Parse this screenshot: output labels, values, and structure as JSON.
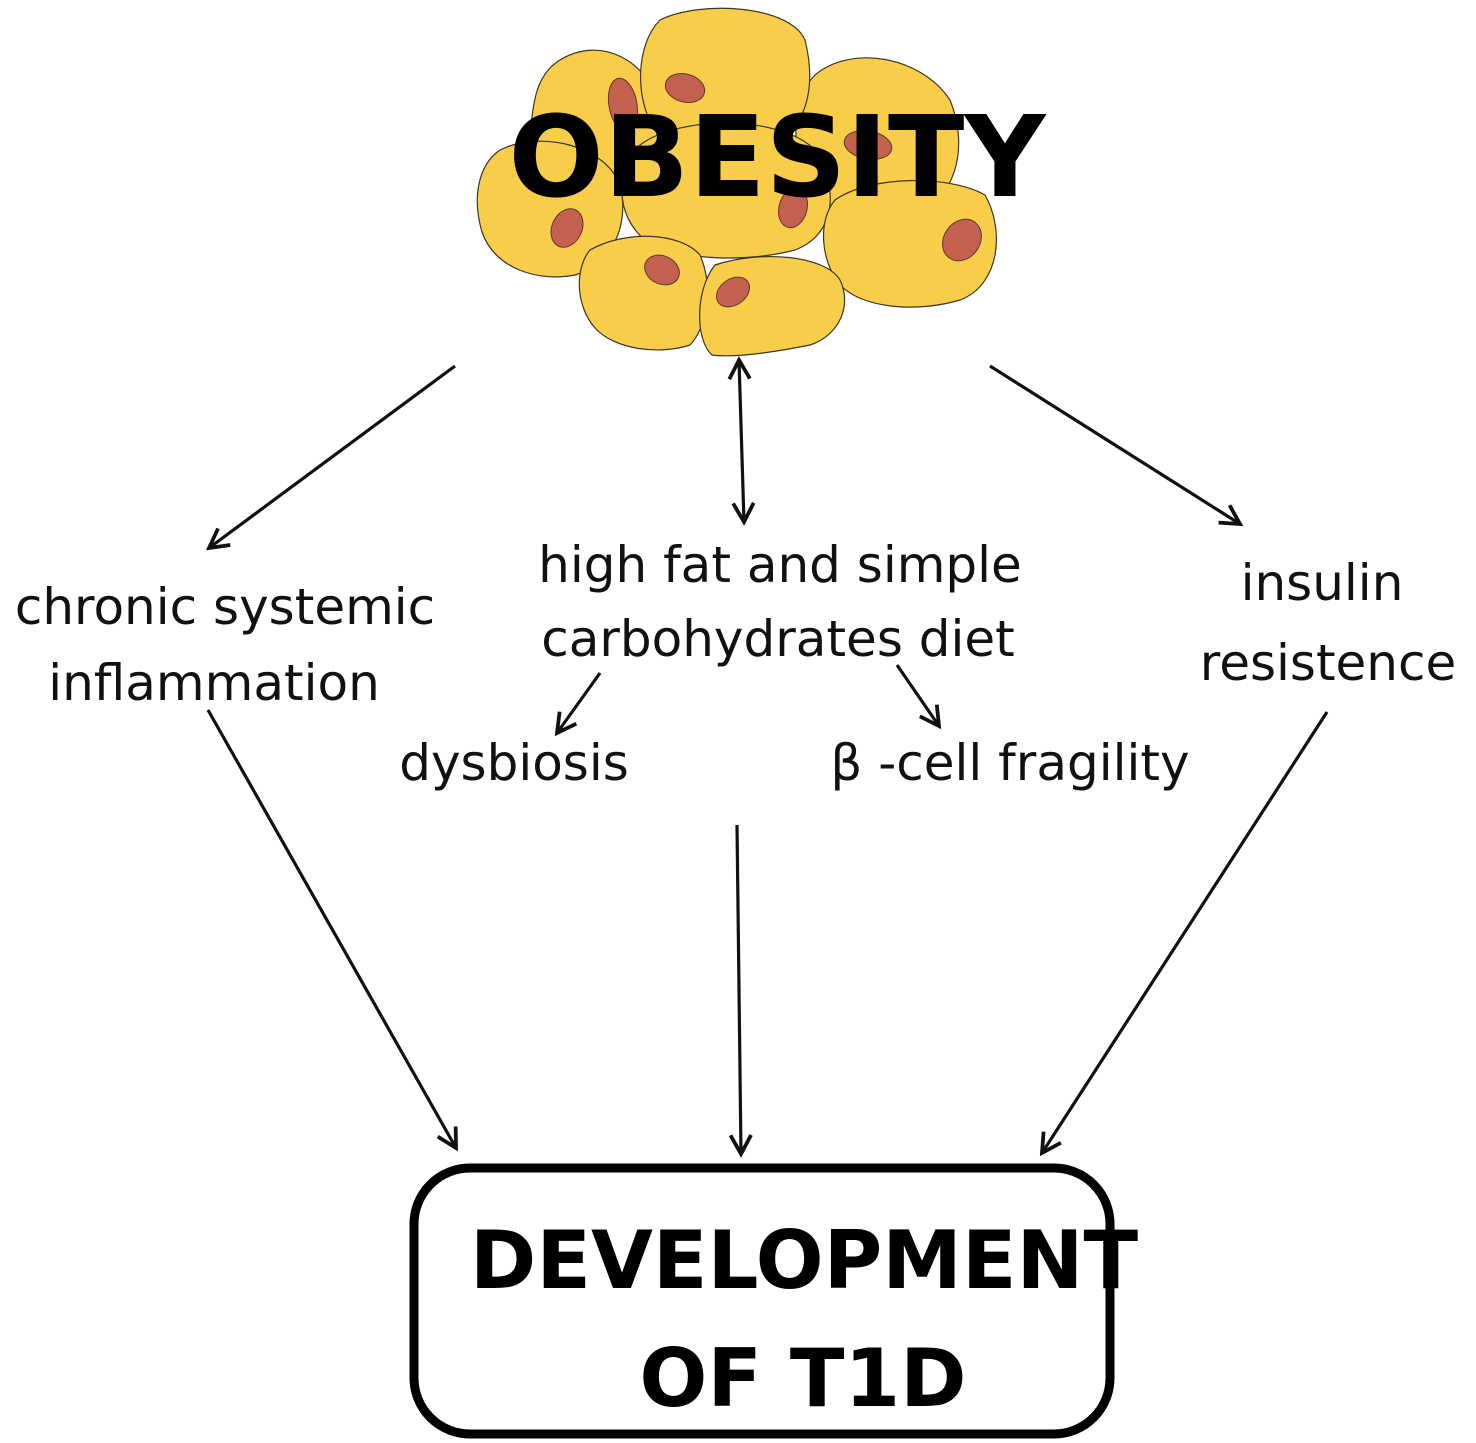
{
  "colors": {
    "cell_fill": "#f7cd4a",
    "nucleus_fill": "#c4614e",
    "text": "#111111",
    "box_stroke": "#000000"
  },
  "top": {
    "title": "OBESITY"
  },
  "left": {
    "line1": "chronic systemic",
    "line2": "inflammation"
  },
  "center": {
    "line1": "high fat and simple",
    "line2": "carbohydrates diet",
    "sub_left": "dysbiosis",
    "sub_right": "β -cell fragility"
  },
  "right": {
    "line1": "insulin",
    "line2": "resistence"
  },
  "bottom": {
    "line1": "DEVELOPMENT",
    "line2": "OF T1D"
  }
}
